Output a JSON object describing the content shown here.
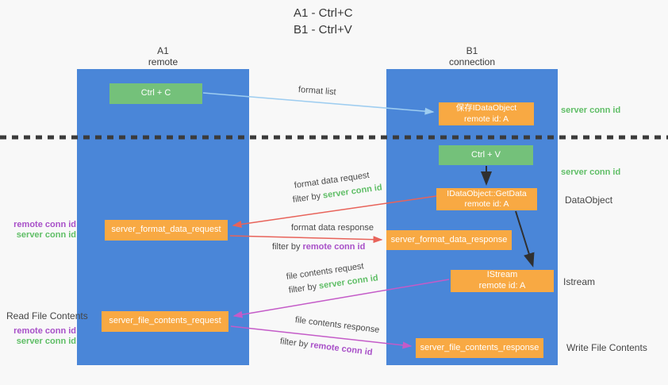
{
  "title": {
    "line1": "A1 - Ctrl+C",
    "line2": "B1 - Ctrl+V"
  },
  "lanes": {
    "left": {
      "name_line": "A1",
      "type_line": "remote"
    },
    "right": {
      "name_line": "B1",
      "type_line": "connection"
    }
  },
  "nodes": {
    "ctrl_c": {
      "label": "Ctrl + C"
    },
    "save_idataobject": {
      "line1": "保存IDataObject",
      "line2": "remote id: A"
    },
    "ctrl_v": {
      "label": "Ctrl + V"
    },
    "idataobject_getdata": {
      "line1": "IDataObject::GetData",
      "line2": "remote id: A"
    },
    "istream": {
      "line1": "IStream",
      "line2": "remote id: A"
    },
    "server_format_data_request": {
      "label": "server_format_data_request"
    },
    "server_format_data_response": {
      "label": "server_format_data_response"
    },
    "server_file_contents_request": {
      "label": "server_file_contents_request"
    },
    "server_file_contents_response": {
      "label": "server_file_contents_response"
    }
  },
  "side_labels": {
    "server_conn_id_top": "server conn id",
    "server_conn_id_mid": "server conn id",
    "dataobject": "DataObject",
    "istream": "Istream",
    "write_file_contents": "Write File Contents",
    "read_file_contents": "Read File Contents",
    "remote_conn_id_format": "remote conn id",
    "server_conn_id_format": "server conn id",
    "remote_conn_id_file": "remote conn id",
    "server_conn_id_file": "server conn id"
  },
  "arrow_labels": {
    "format_list": "format list",
    "format_data_request": "format data request",
    "format_data_response": "format data response",
    "file_contents_request": "file contents request",
    "file_contents_response": "file contents response",
    "filter_by": "filter by",
    "server_conn_id": "server conn id",
    "remote_conn_id": "remote conn id"
  },
  "colors": {
    "lane_blue": "#4a86d8",
    "box_green": "#74c17a",
    "box_orange": "#f8a943",
    "text_green": "#5fbe66",
    "text_purple": "#a850c8",
    "arrow_red": "#e8635a",
    "arrow_magenta": "#c45bc8",
    "arrow_blue": "#9ecdf0",
    "arrow_black": "#303030",
    "divider": "#3b3b3b",
    "background": "#f8f8f8"
  }
}
